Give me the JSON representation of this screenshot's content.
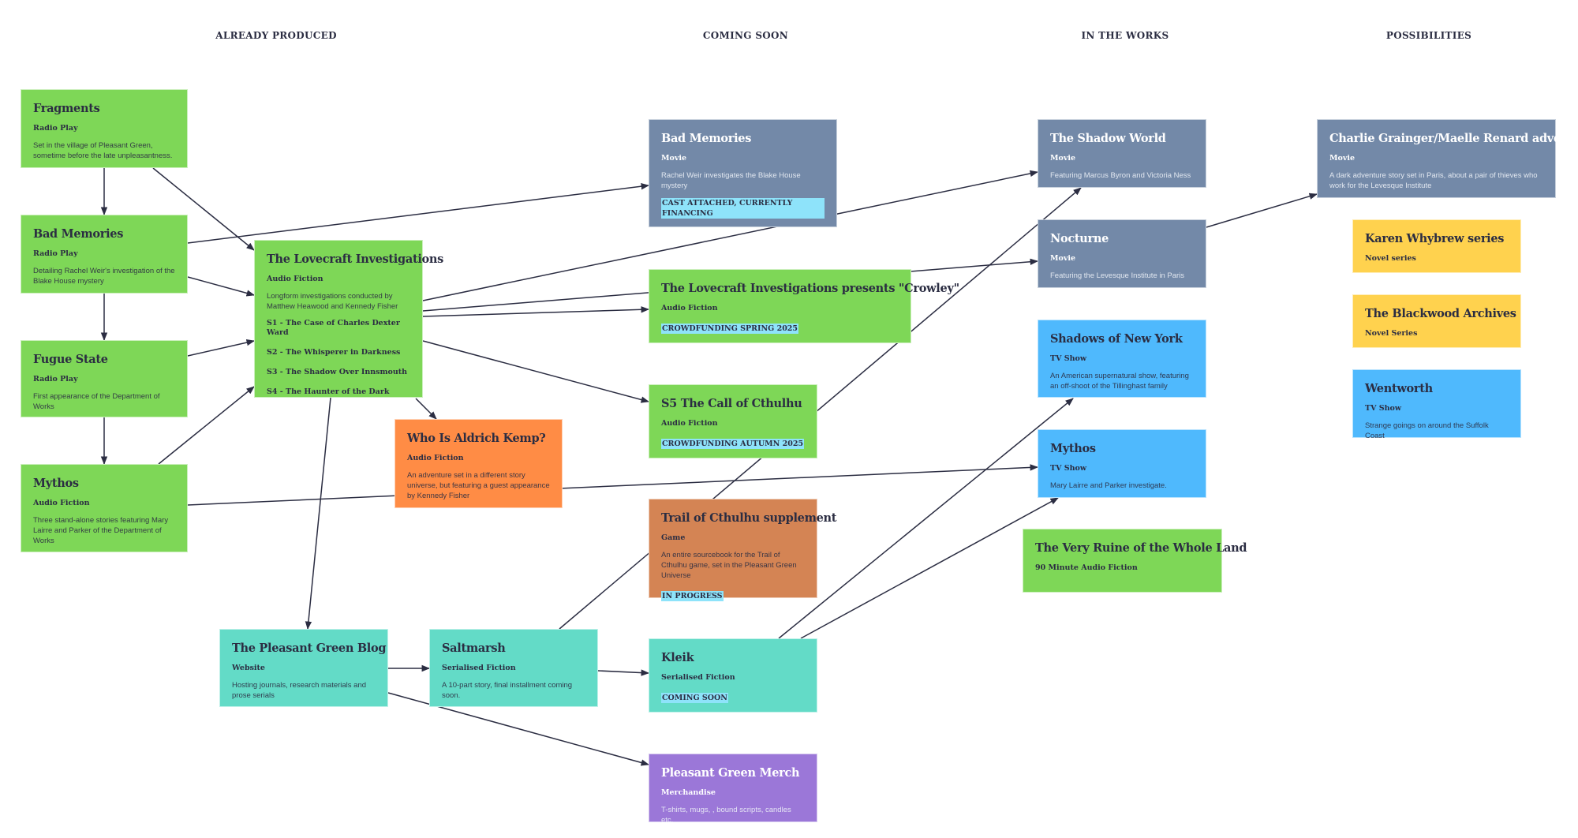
{
  "columns": [
    "ALREADY PRODUCED",
    "COMING SOON",
    "IN THE WORKS",
    "POSSIBILITIES"
  ],
  "colors": {
    "green": "#7ed757",
    "slate": "#7389a8",
    "blue": "#4fb9fd",
    "yellow": "#ffd24e",
    "teal": "#63dbc7",
    "orange": "#ff8c45",
    "clay": "#d48454",
    "purple": "#9b77d8",
    "tag": "#8ee3fa",
    "line": "#2b2d42"
  },
  "cards": [
    {
      "id": "fragments",
      "title": "Fragments",
      "type": "Radio Play",
      "desc": "Set in the village of Pleasant Green, sometime before the late unpleasantness.",
      "color": "green"
    },
    {
      "id": "bad-memories-radio",
      "title": "Bad Memories",
      "type": "Radio Play",
      "desc": "Detailing Rachel Weir's investigation of the Blake House mystery",
      "color": "green"
    },
    {
      "id": "fugue-state",
      "title": "Fugue State",
      "type": "Radio Play",
      "desc": "First appearance of the Department of Works",
      "color": "green"
    },
    {
      "id": "mythos-audio",
      "title": "Mythos",
      "type": "Audio Fiction",
      "desc": "Three stand-alone stories featuring Mary Lairre and Parker of the Department of Works",
      "color": "green"
    },
    {
      "id": "lovecraft-investigations",
      "title": "The Lovecraft Investigations",
      "type": "Audio Fiction",
      "desc": "Longform investigations conducted by Matthew Heawood and Kennedy Fisher",
      "items": [
        "S1 - The Case of Charles Dexter Ward",
        "S2 - The Whisperer in Darkness",
        "S3 - The Shadow Over Innsmouth",
        "S4 - The Haunter of the Dark"
      ],
      "color": "green"
    },
    {
      "id": "aldrich-kemp",
      "title": "Who Is Aldrich Kemp?",
      "type": "Audio Fiction",
      "desc": "An adventure set in a different story universe, but featuring a guest appearance by Kennedy Fisher",
      "color": "orange"
    },
    {
      "id": "bad-memories-movie",
      "title": "Bad Memories",
      "type": "Movie",
      "desc": "Rachel Weir investigates the Blake House mystery",
      "tag": "CAST ATTACHED, CURRENTLY FINANCING",
      "color": "slate"
    },
    {
      "id": "crowley",
      "title": "The Lovecraft Investigations presents \"Crowley\"",
      "type": "Audio Fiction",
      "tag": "CROWDFUNDING SPRING 2025",
      "color": "green"
    },
    {
      "id": "s5-cthulhu",
      "title": "S5 The Call of Cthulhu",
      "type": "Audio Fiction",
      "tag": "CROWDFUNDING AUTUMN 2025",
      "color": "green"
    },
    {
      "id": "trail-of-cthulhu",
      "title": "Trail of Cthulhu supplement",
      "type": "Game",
      "desc": "An entire sourcebook for the Trail of Cthulhu game, set in the Pleasant Green Universe",
      "tag": "IN PROGRESS",
      "color": "clay"
    },
    {
      "id": "kleik",
      "title": "Kleik",
      "type": "Serialised Fiction",
      "tag": "COMING SOON",
      "color": "teal"
    },
    {
      "id": "merch",
      "title": "Pleasant Green Merch",
      "type": "Merchandise",
      "desc": "T-shirts, mugs, , bound scripts, candles etc.",
      "color": "purple"
    },
    {
      "id": "blog",
      "title": "The Pleasant Green Blog",
      "type": "Website",
      "desc": "Hosting journals, research materials and prose serials",
      "color": "teal"
    },
    {
      "id": "saltmarsh",
      "title": "Saltmarsh",
      "type": "Serialised Fiction",
      "desc": "A 10-part story, final installment coming soon.",
      "color": "teal"
    },
    {
      "id": "shadow-world",
      "title": "The Shadow World",
      "type": "Movie",
      "desc": "Featuring Marcus Byron and Victoria Ness",
      "color": "slate"
    },
    {
      "id": "nocturne",
      "title": "Nocturne",
      "type": "Movie",
      "desc": "Featuring the Levesque Institute in Paris",
      "color": "slate"
    },
    {
      "id": "shadows-new-york",
      "title": "Shadows of New York",
      "type": "TV Show",
      "desc": "An American supernatural show, featuring an off-shoot of the Tillinghast family",
      "color": "blue"
    },
    {
      "id": "mythos-tv",
      "title": "Mythos",
      "type": "TV Show",
      "desc": "Mary Lairre and Parker investigate.",
      "color": "blue"
    },
    {
      "id": "very-ruine",
      "title": "The Very Ruine of the Whole Land",
      "type": "90 Minute Audio Fiction",
      "color": "green"
    },
    {
      "id": "charlie-grainger",
      "title": "Charlie Grainger/Maelle Renard adventure",
      "type": "Movie",
      "desc": "A dark adventure story set in Paris, about a pair of thieves who work for the Levesque Institute",
      "color": "slate"
    },
    {
      "id": "karen-whybrew",
      "title": "Karen Whybrew series",
      "type": "Novel series",
      "color": "yellow"
    },
    {
      "id": "blackwood-archives",
      "title": "The Blackwood Archives",
      "type": "Novel Series",
      "color": "yellow"
    },
    {
      "id": "wentworth",
      "title": "Wentworth",
      "type": "TV Show",
      "desc": "Strange goings on around the Suffolk Coast",
      "color": "blue"
    }
  ],
  "links": [
    {
      "from": "fragments",
      "to": "bad-memories-radio"
    },
    {
      "from": "fragments",
      "to": "lovecraft-investigations"
    },
    {
      "from": "bad-memories-radio",
      "to": "fugue-state"
    },
    {
      "from": "bad-memories-radio",
      "to": "bad-memories-movie"
    },
    {
      "from": "bad-memories-radio",
      "to": "lovecraft-investigations"
    },
    {
      "from": "fugue-state",
      "to": "lovecraft-investigations"
    },
    {
      "from": "fugue-state",
      "to": "mythos-audio"
    },
    {
      "from": "mythos-audio",
      "to": "lovecraft-investigations"
    },
    {
      "from": "mythos-audio",
      "to": "mythos-tv"
    },
    {
      "from": "lovecraft-investigations",
      "to": "shadow-world"
    },
    {
      "from": "lovecraft-investigations",
      "to": "nocturne"
    },
    {
      "from": "lovecraft-investigations",
      "to": "crowley"
    },
    {
      "from": "lovecraft-investigations",
      "to": "s5-cthulhu"
    },
    {
      "from": "lovecraft-investigations",
      "to": "aldrich-kemp"
    },
    {
      "from": "lovecraft-investigations",
      "to": "blog"
    },
    {
      "from": "saltmarsh",
      "to": "shadow-world"
    },
    {
      "from": "blog",
      "to": "saltmarsh"
    },
    {
      "from": "saltmarsh",
      "to": "kleik"
    },
    {
      "from": "blog",
      "to": "merch"
    },
    {
      "from": "kleik",
      "to": "shadows-new-york"
    },
    {
      "from": "kleik",
      "to": "mythos-tv"
    },
    {
      "from": "nocturne",
      "to": "charlie-grainger"
    }
  ]
}
